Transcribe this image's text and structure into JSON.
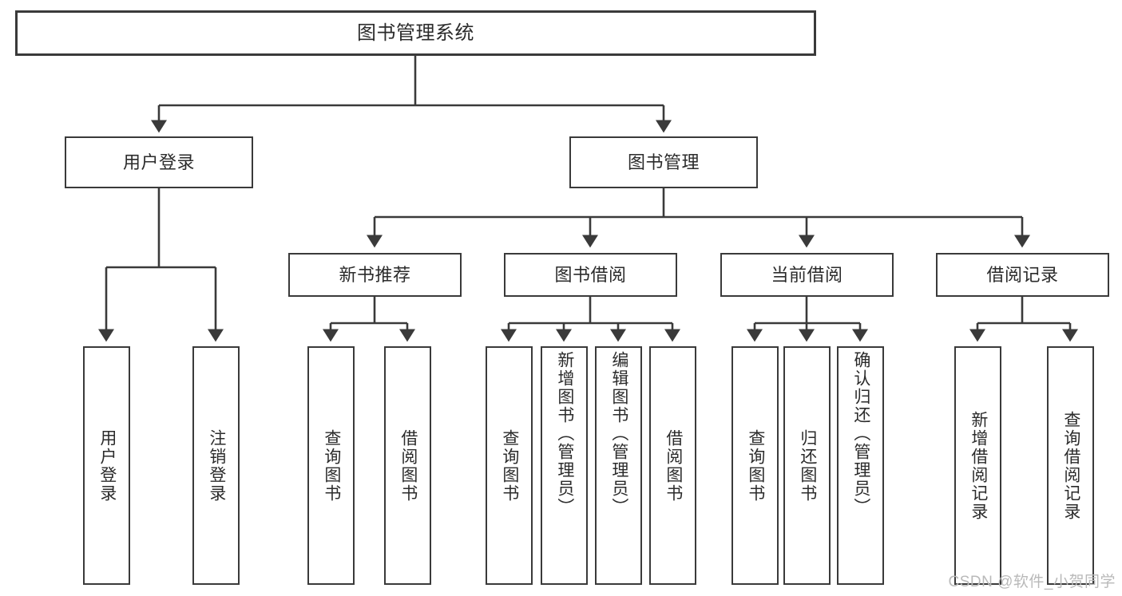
{
  "diagram": {
    "title": "图书管理系统",
    "type": "tree",
    "watermark": "CSDN @软件_小贺同学",
    "colors": {
      "stroke": "#3a3a3a",
      "fill": "#ffffff",
      "text": "#2b2b2b",
      "watermark": "#b9b9b9"
    },
    "nodes": {
      "root": {
        "label": "图书管理系统"
      },
      "level2": [
        {
          "label": "用户登录"
        },
        {
          "label": "图书管理"
        }
      ],
      "level3": [
        {
          "label": "新书推荐"
        },
        {
          "label": "图书借阅"
        },
        {
          "label": "当前借阅"
        },
        {
          "label": "借阅记录"
        }
      ],
      "leaves": {
        "user_login": [
          {
            "label": "用户登录"
          },
          {
            "label": "注销登录"
          }
        ],
        "new_book": [
          {
            "label": "查询图书"
          },
          {
            "label": "借阅图书"
          }
        ],
        "book_borrow": [
          {
            "label": "查询图书"
          },
          {
            "label": "新增图书（管理员）"
          },
          {
            "label": "编辑图书（管理员）"
          },
          {
            "label": "借阅图书"
          }
        ],
        "current_borrow": [
          {
            "label": "查询图书"
          },
          {
            "label": "归还图书"
          },
          {
            "label": "确认归还（管理员）"
          }
        ],
        "borrow_record": [
          {
            "label": "新增借阅记录"
          },
          {
            "label": "查询借阅记录"
          }
        ]
      }
    }
  }
}
